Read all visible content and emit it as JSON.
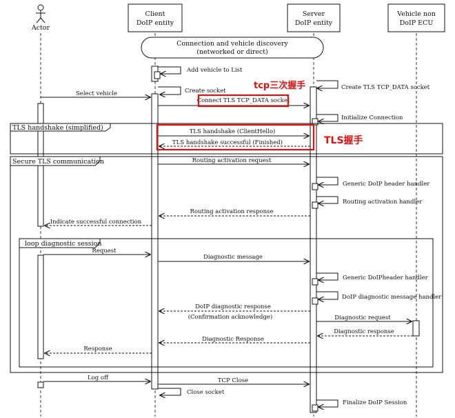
{
  "participants": {
    "actor": "Actor",
    "client_1": "Client",
    "client_2": "DoIP entity",
    "server_1": "Server",
    "server_2": "DoIP entity",
    "ecu_1": "Vehicle non",
    "ecu_2": "DoIP ECU"
  },
  "banner": {
    "line1": "Connection and vehicle discovery",
    "line2": "(networked or direct)"
  },
  "fragments": {
    "tls_handshake": "TLS handshake (simplified)",
    "secure_comm": "Secure TLS communication",
    "loop": "loop diagnostic session"
  },
  "messages": {
    "add_vehicle": "Add vehicle to List",
    "create_socket": "Create socket",
    "select_vehicle": "Select vehicle",
    "create_tls_socket": "Create TLS TCP_DATA socket",
    "connect_tls": "Connect TLS TCP_DATA socket",
    "init_connection": "Initialize Connection",
    "tls_client_hello": "TLS handshake (ClientHello)",
    "tls_finished": "TLS handshake successful (Finished)",
    "routing_request": "Routing activation request",
    "generic_header_handler": "Generic DoIP header handler",
    "routing_handler": "Routing activation handler",
    "routing_response": "Routing activation response",
    "indicate_success": "Indicate successful connection",
    "request": "Request",
    "diag_message": "Diagnostic message",
    "generic_header_handler_2": "Generic DoIPheader handler",
    "diag_msg_handler": "DoIP diagnostic message handler",
    "diag_response_1": "DoIP diagnostic response",
    "diag_response_2": "(Confirmation acknowledge)",
    "diag_request": "Diagnostic request",
    "diag_response": "Diagnostic response",
    "diag_response_cap": "Diagnostic Response",
    "response": "Response",
    "log_off": "Log off",
    "tcp_close": "TCP Close",
    "close_socket": "Close socket",
    "finalize": "Finalize DoIP Session"
  },
  "annotations": {
    "tcp_handshake": "tcp三次握手",
    "tls_handshake": "TLS握手"
  },
  "colors": {
    "annotation": "#e01010",
    "line": "#111111",
    "background": "#ffffff"
  }
}
